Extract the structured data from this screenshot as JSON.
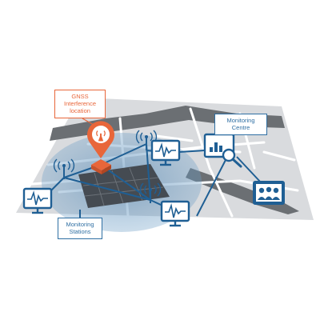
{
  "labels": {
    "interference": [
      "GNSS",
      "Interference",
      "location"
    ],
    "monitoring_centre": [
      "Monitoring",
      "Centre"
    ],
    "monitoring_stations": [
      "Monitoring",
      "Stations"
    ]
  },
  "colors": {
    "accent_orange": "#e8663a",
    "network_blue": "#1f5f94",
    "map_gray": "#d7d9dc",
    "river_dark": "#6b6f73",
    "coverage_blue": "#4a86b8"
  },
  "icons": [
    "signal-tower-icon",
    "location-pin-icon",
    "waveform-monitor-icon",
    "chart-search-icon",
    "operators-icon"
  ]
}
